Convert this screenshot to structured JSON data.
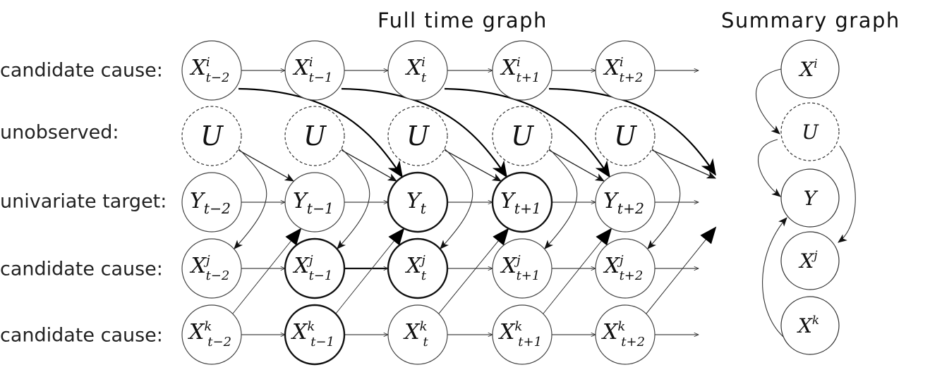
{
  "titles": {
    "full_time_graph": "Full time graph",
    "summary_graph": "Summary graph"
  },
  "row_labels": [
    "candidate cause:",
    "unobserved:",
    "univariate target:",
    "candidate cause:",
    "candidate cause:"
  ],
  "time_subscripts": [
    "t−2",
    "t−1",
    "t",
    "t+1",
    "t+2"
  ],
  "rows": [
    {
      "id": "Xi",
      "base": "X",
      "sup": "i",
      "observed": true
    },
    {
      "id": "U",
      "base": "U",
      "sup": "",
      "observed": false
    },
    {
      "id": "Y",
      "base": "Y",
      "sup": "",
      "observed": true
    },
    {
      "id": "Xj",
      "base": "X",
      "sup": "j",
      "observed": true
    },
    {
      "id": "Xk",
      "base": "X",
      "sup": "k",
      "observed": true
    }
  ],
  "highlighted_nodes": [
    {
      "row": "Y",
      "col": 2
    },
    {
      "row": "Y",
      "col": 3
    },
    {
      "row": "Xj",
      "col": 1
    },
    {
      "row": "Xj",
      "col": 2
    },
    {
      "row": "Xk",
      "col": 1
    }
  ],
  "full_time_edges": {
    "lag1_self": [
      "Xi",
      "Y",
      "Xj",
      "Xk"
    ],
    "Xi_to_Y_lag2": true,
    "U_to_Y_lag1": true,
    "U_to_Xj_same_time": true,
    "Xk_to_Y_lag1": true
  },
  "summary_graph": {
    "nodes": [
      {
        "id": "Xi",
        "base": "X",
        "sup": "i",
        "observed": true
      },
      {
        "id": "U",
        "base": "U",
        "sup": "",
        "observed": false
      },
      {
        "id": "Y",
        "base": "Y",
        "sup": "",
        "observed": true
      },
      {
        "id": "Xj",
        "base": "X",
        "sup": "j",
        "observed": true
      },
      {
        "id": "Xk",
        "base": "X",
        "sup": "k",
        "observed": true
      }
    ],
    "edges": [
      {
        "from": "Xi",
        "to": "U"
      },
      {
        "from": "U",
        "to": "Y"
      },
      {
        "from": "U",
        "to": "Xj"
      },
      {
        "from": "Xk",
        "to": "Y"
      }
    ]
  }
}
